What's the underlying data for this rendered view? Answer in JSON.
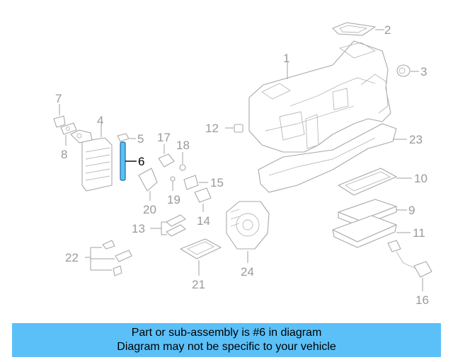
{
  "diagram": {
    "highlight_part": "6",
    "highlight_color": "#5bc0f8",
    "labels": {
      "p1": "1",
      "p2": "2",
      "p3": "3",
      "p4": "4",
      "p5": "5",
      "p6": "6",
      "p7": "7",
      "p8": "8",
      "p9": "9",
      "p10": "10",
      "p11": "11",
      "p12": "12",
      "p13": "13",
      "p14": "14",
      "p15": "15",
      "p16": "16",
      "p17": "17",
      "p18": "18",
      "p19": "19",
      "p20": "20",
      "p21": "21",
      "p22": "22",
      "p23": "23",
      "p24": "24"
    }
  },
  "caption": {
    "background_color": "#5bc0f8",
    "line1": "Part or sub-assembly is #6 in diagram",
    "line2": "Diagram may not be specific to your vehicle"
  }
}
